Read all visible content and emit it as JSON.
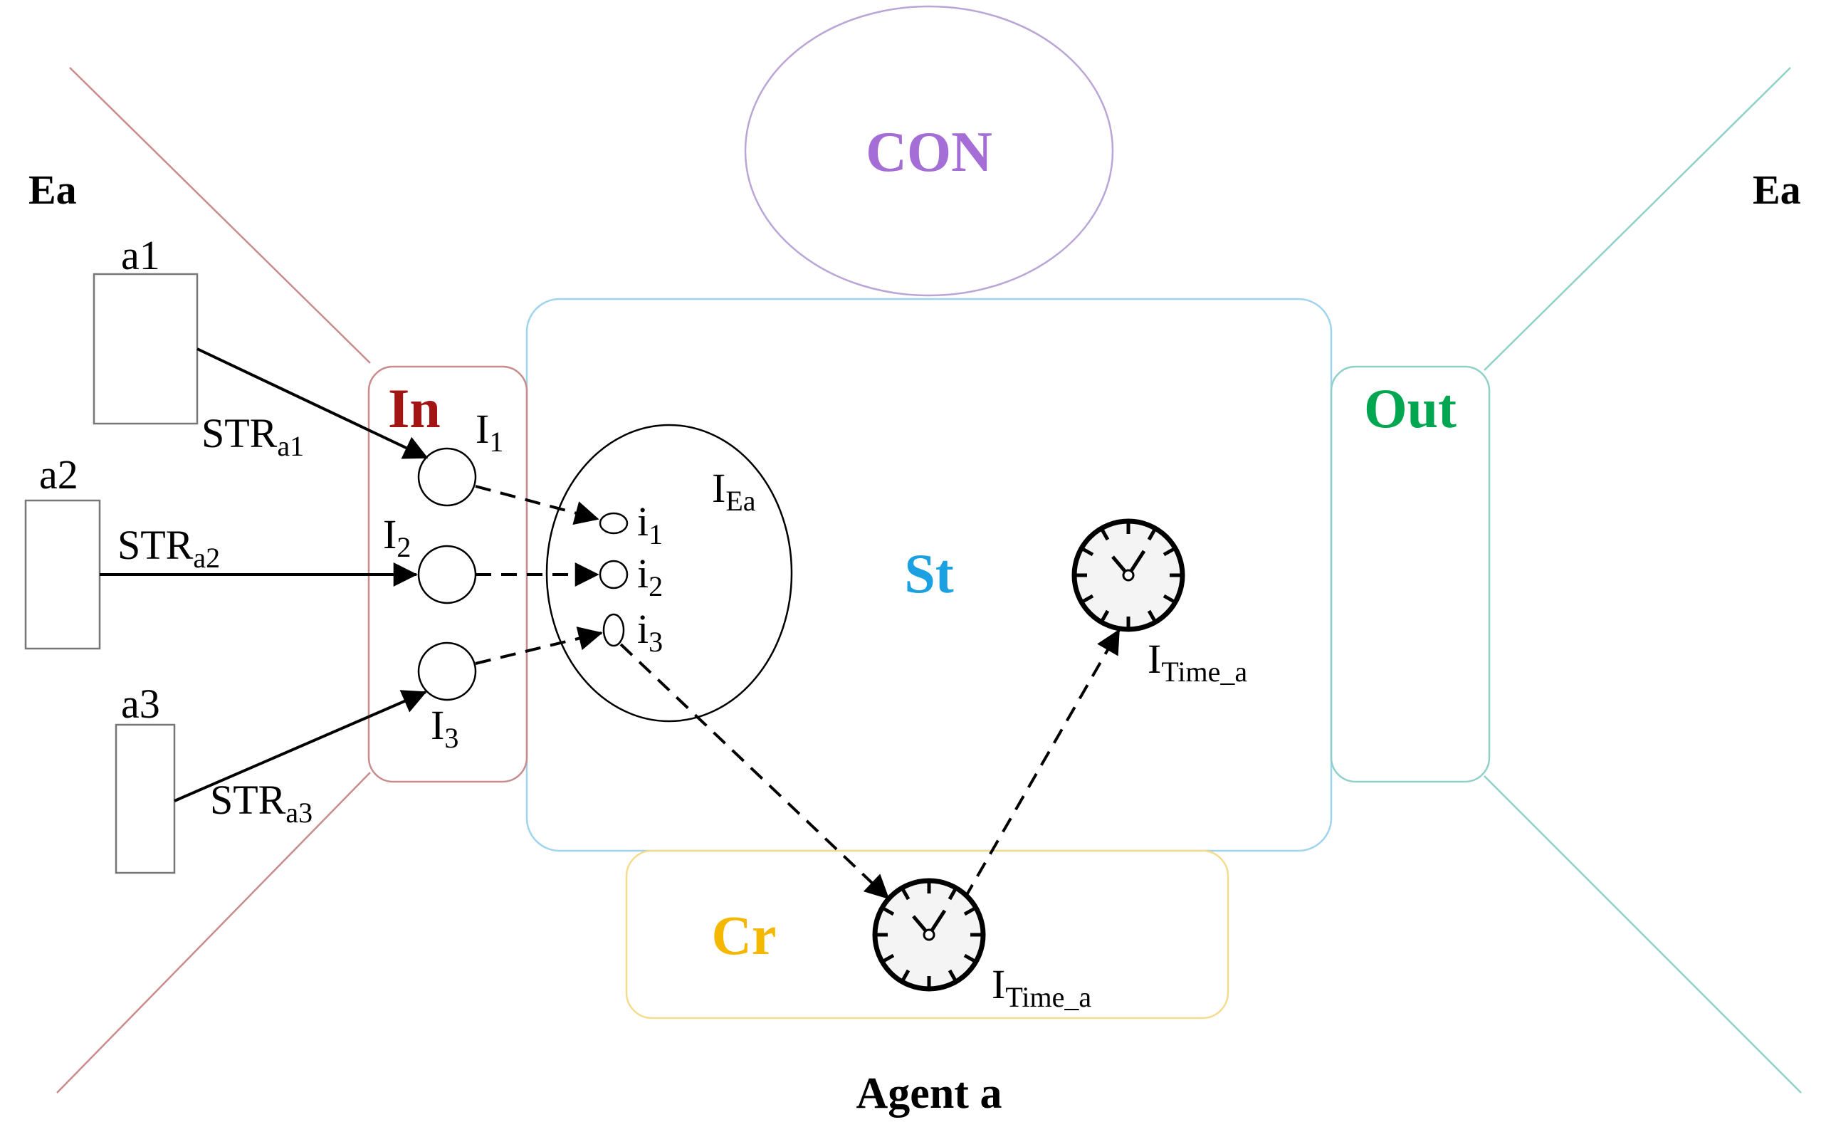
{
  "labels": {
    "env_left": "Ea",
    "env_right": "Ea",
    "con": "CON",
    "in": "In",
    "out": "Out",
    "st": "St",
    "cr": "Cr",
    "agent": "Agent a",
    "a1": "a1",
    "a2": "a2",
    "a3": "a3",
    "str_base": "STR",
    "str1_sub": "a1",
    "str2_sub": "a2",
    "str3_sub": "a3",
    "I_base": "I",
    "I1_sub": "1",
    "I2_sub": "2",
    "I3_sub": "3",
    "i_base": "i",
    "i1_sub": "1",
    "i2_sub": "2",
    "i3_sub": "3",
    "iea_sub": "Ea",
    "itime_sub": "Time_a"
  },
  "colors": {
    "in": "#a31515",
    "out": "#00a650",
    "st": "#1ba1e2",
    "cr": "#f5b800",
    "con": "#a46ed6",
    "line_left": "#c98b8b",
    "line_right": "#8fd0c8",
    "st_border": "#9fd3ee",
    "cr_border": "#f3dc8e",
    "con_border": "#b9a6d6"
  }
}
